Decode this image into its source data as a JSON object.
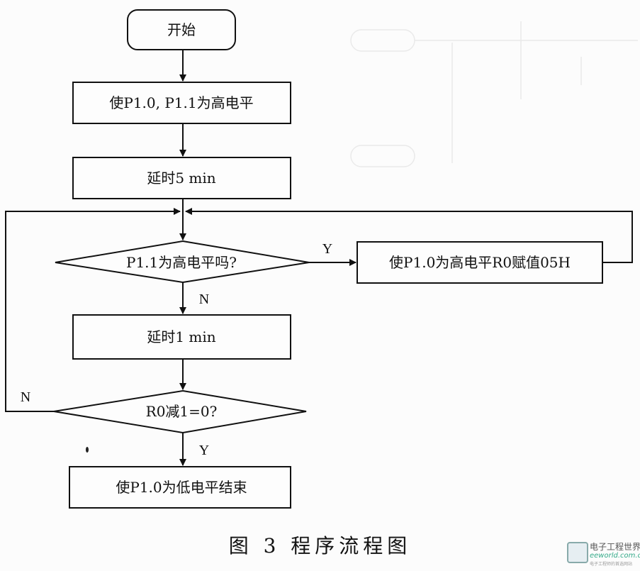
{
  "nodes": {
    "start": "开始",
    "set_high": "使P1.0, P1.1为高电平",
    "delay5": "延时5 min",
    "check_p11": "P1.1为高电平吗?",
    "set_r0": "使P1.0为高电平R0赋值05H",
    "delay1": "延时1 min",
    "check_r0": "R0减1=0?",
    "end_low": "使P1.0为低电平结束"
  },
  "labels": {
    "yes_p11": "Y",
    "no_p11": "N",
    "no_r0": "N",
    "yes_r0": "Y"
  },
  "caption": "图 3   程序流程图",
  "watermark": {
    "name": "电子工程世界",
    "url": "eeworld.com.cn",
    "sub": "电子工程师的首选网站"
  }
}
